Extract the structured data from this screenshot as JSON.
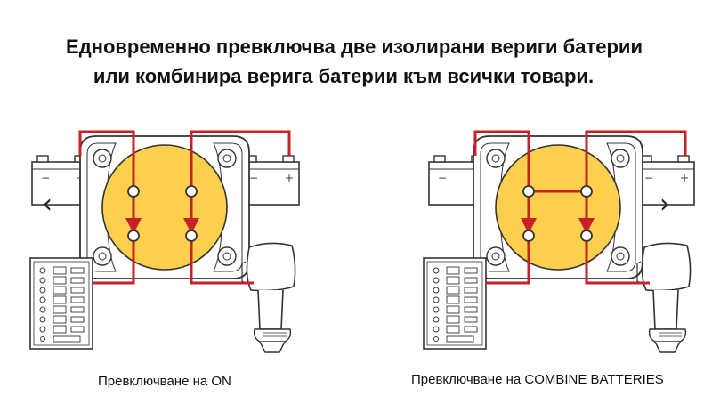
{
  "title": {
    "line1": "Едновременно превключва две изолирани вериги батерии",
    "line2": "или комбинира верига батерии към всички товари."
  },
  "panels": [
    {
      "caption": "Превключване на ON",
      "mode": "on"
    },
    {
      "caption": "Превключване на COMBINE BATTERIES",
      "mode": "combine"
    }
  ],
  "icons": {
    "prev": "chevron-left-icon",
    "next": "chevron-right-icon"
  },
  "nav": {
    "prev_glyph": "‹",
    "next_glyph": "›"
  },
  "colors": {
    "wire": "#c62127",
    "switch_face": "#fccf4d",
    "outline": "#333333"
  }
}
